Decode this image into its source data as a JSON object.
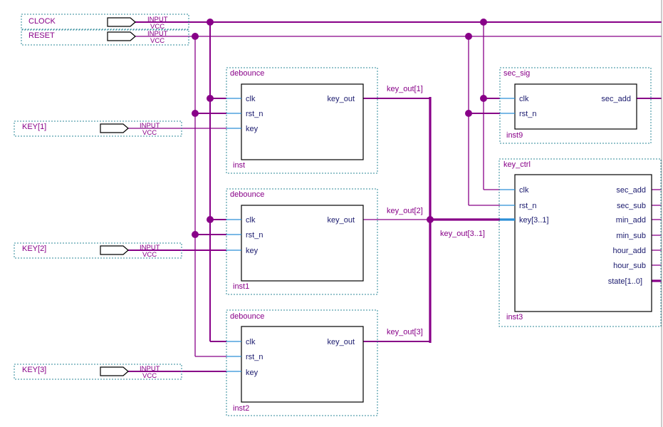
{
  "inputs": {
    "clock": {
      "name": "CLOCK",
      "type": "INPUT",
      "default": "VCC"
    },
    "reset": {
      "name": "RESET",
      "type": "INPUT",
      "default": "VCC"
    },
    "key1": {
      "name": "KEY[1]",
      "type": "INPUT",
      "default": "VCC"
    },
    "key2": {
      "name": "KEY[2]",
      "type": "INPUT",
      "default": "VCC"
    },
    "key3": {
      "name": "KEY[3]",
      "type": "INPUT",
      "default": "VCC"
    }
  },
  "debounce": [
    {
      "module": "debounce",
      "instance": "inst",
      "pins_in": [
        "clk",
        "rst_n",
        "key"
      ],
      "pin_out": "key_out",
      "net_out": "key_out[1]"
    },
    {
      "module": "debounce",
      "instance": "inst1",
      "pins_in": [
        "clk",
        "rst_n",
        "key"
      ],
      "pin_out": "key_out",
      "net_out": "key_out[2]"
    },
    {
      "module": "debounce",
      "instance": "inst2",
      "pins_in": [
        "clk",
        "rst_n",
        "key"
      ],
      "pin_out": "key_out",
      "net_out": "key_out[3]"
    }
  ],
  "bus_label": "key_out[3..1]",
  "sec_sig": {
    "module": "sec_sig",
    "instance": "inst9",
    "pins_in": [
      "clk",
      "rst_n"
    ],
    "pin_out": "sec_add"
  },
  "key_ctrl": {
    "module": "key_ctrl",
    "instance": "inst3",
    "pins_in": [
      "clk",
      "rst_n",
      "key[3..1]"
    ],
    "pins_out": [
      "sec_add",
      "sec_sub",
      "min_add",
      "min_sub",
      "hour_add",
      "hour_sub",
      "state[1..0]"
    ]
  }
}
